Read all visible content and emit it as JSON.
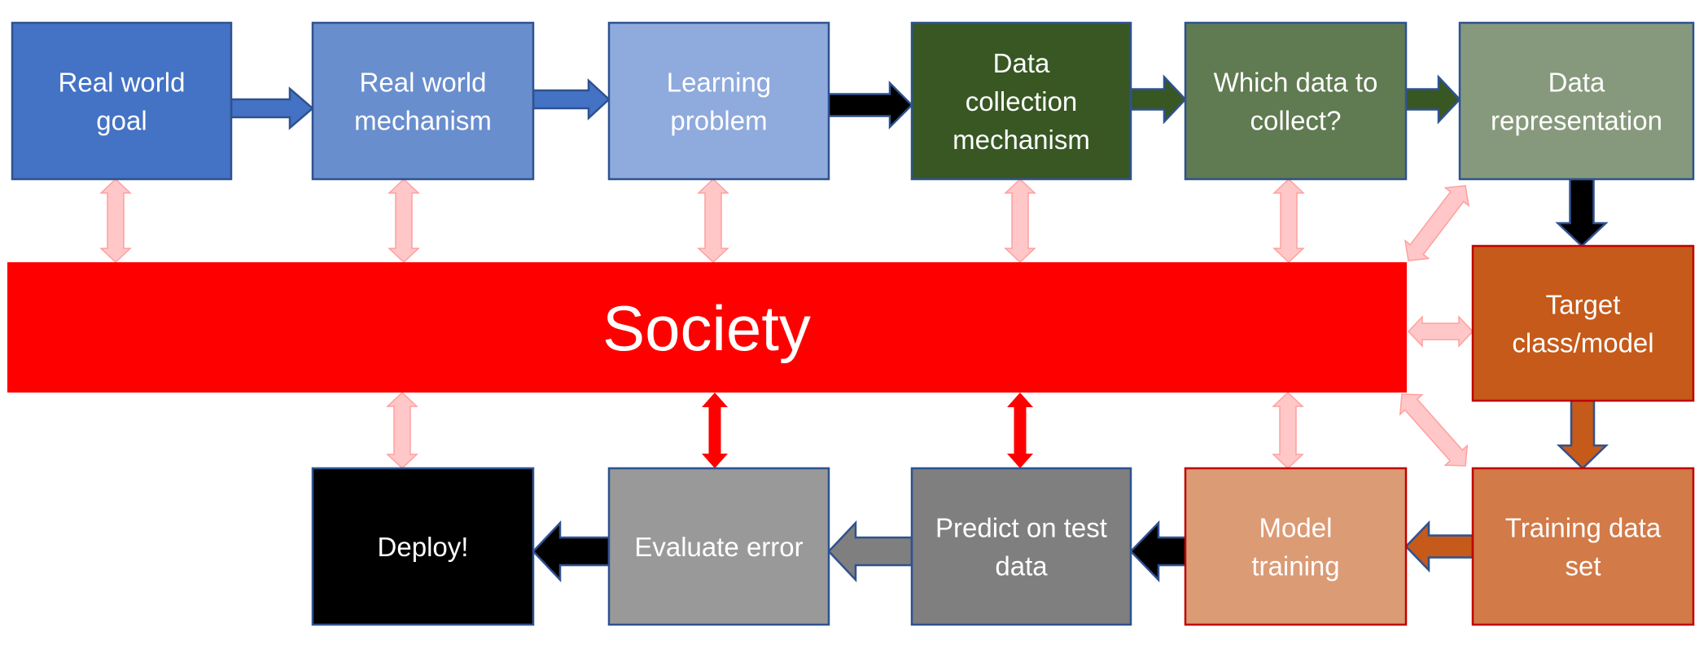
{
  "diagram": {
    "society": {
      "label": "Society",
      "fill": "#FF0000"
    },
    "nodes": [
      {
        "id": "real-world-goal",
        "lines": [
          "Real world",
          "goal"
        ],
        "fill": "#4472C4",
        "border": "#2F528F"
      },
      {
        "id": "real-world-mechanism",
        "lines": [
          "Real world",
          "mechanism"
        ],
        "fill": "#698ECE",
        "border": "#2F528F"
      },
      {
        "id": "learning-problem",
        "lines": [
          "Learning",
          "problem"
        ],
        "fill": "#8FAADC",
        "border": "#2F528F"
      },
      {
        "id": "data-collection-mechanism",
        "lines": [
          "Data",
          "collection",
          "mechanism"
        ],
        "fill": "#385723",
        "border": "#2F528F"
      },
      {
        "id": "which-data-to-collect",
        "lines": [
          "Which data to",
          "collect?"
        ],
        "fill": "#607A51",
        "border": "#2F528F"
      },
      {
        "id": "data-representation",
        "lines": [
          "Data",
          "representation"
        ],
        "fill": "#87997C",
        "border": "#2F528F"
      },
      {
        "id": "target-class-model",
        "lines": [
          "Target",
          "class/model"
        ],
        "fill": "#C55A1A",
        "border": "#C00000"
      },
      {
        "id": "training-data-set",
        "lines": [
          "Training data",
          "set"
        ],
        "fill": "#D27A48",
        "border": "#C00000"
      },
      {
        "id": "model-training",
        "lines": [
          "Model",
          "training"
        ],
        "fill": "#DB9B75",
        "border": "#C00000"
      },
      {
        "id": "predict-on-test-data",
        "lines": [
          "Predict on test",
          "data"
        ],
        "fill": "#7F7F7F",
        "border": "#2F528F"
      },
      {
        "id": "evaluate-error",
        "lines": [
          "Evaluate error"
        ],
        "fill": "#999999",
        "border": "#2F528F"
      },
      {
        "id": "deploy",
        "lines": [
          "Deploy!"
        ],
        "fill": "#000000",
        "border": "#2F528F"
      }
    ],
    "flow_arrows": [
      {
        "from": "real-world-goal",
        "to": "real-world-mechanism",
        "fill": "#4472C4"
      },
      {
        "from": "real-world-mechanism",
        "to": "learning-problem",
        "fill": "#4472C4"
      },
      {
        "from": "learning-problem",
        "to": "data-collection-mechanism",
        "fill": "#000000"
      },
      {
        "from": "data-collection-mechanism",
        "to": "which-data-to-collect",
        "fill": "#385723"
      },
      {
        "from": "which-data-to-collect",
        "to": "data-representation",
        "fill": "#385723"
      },
      {
        "from": "data-representation",
        "to": "target-class-model",
        "fill": "#000000"
      },
      {
        "from": "target-class-model",
        "to": "training-data-set",
        "fill": "#C55A1A"
      },
      {
        "from": "training-data-set",
        "to": "model-training",
        "fill": "#C55A1A"
      },
      {
        "from": "model-training",
        "to": "predict-on-test-data",
        "fill": "#000000"
      },
      {
        "from": "predict-on-test-data",
        "to": "evaluate-error",
        "fill": "#7F7F7F"
      },
      {
        "from": "evaluate-error",
        "to": "deploy",
        "fill": "#000000"
      }
    ],
    "society_links": [
      {
        "node": "real-world-goal",
        "strength": "weak"
      },
      {
        "node": "real-world-mechanism",
        "strength": "weak"
      },
      {
        "node": "learning-problem",
        "strength": "weak"
      },
      {
        "node": "data-collection-mechanism",
        "strength": "weak"
      },
      {
        "node": "which-data-to-collect",
        "strength": "weak"
      },
      {
        "node": "data-representation",
        "strength": "weak"
      },
      {
        "node": "target-class-model",
        "strength": "weak"
      },
      {
        "node": "training-data-set",
        "strength": "weak"
      },
      {
        "node": "model-training",
        "strength": "weak"
      },
      {
        "node": "predict-on-test-data",
        "strength": "strong"
      },
      {
        "node": "evaluate-error",
        "strength": "strong"
      },
      {
        "node": "deploy",
        "strength": "weak"
      }
    ],
    "link_colors": {
      "weak_fill": "#FFC7C7",
      "weak_stroke": "#FF9F9F",
      "strong_fill": "#FF0000"
    },
    "arrow_border": "#2F528F"
  }
}
